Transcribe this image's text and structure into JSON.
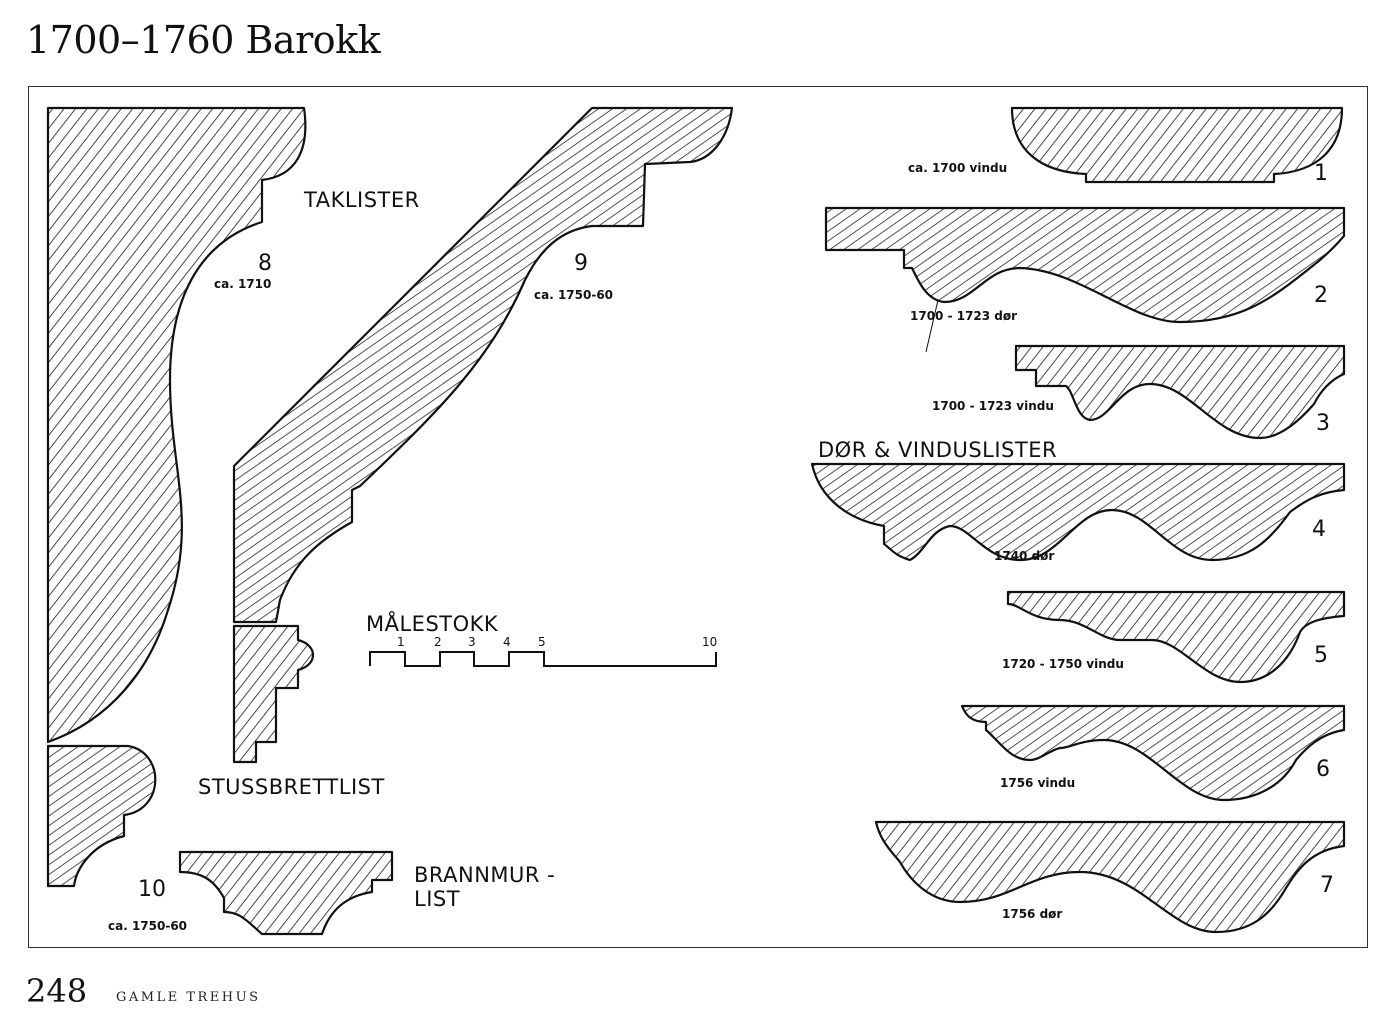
{
  "header": {
    "title": "1700–1760 Barokk"
  },
  "footer": {
    "page_number": "248",
    "book_title": "GAMLE TREHUS"
  },
  "groups": {
    "taklister": "TAKLISTER",
    "stussbrettlist": "STUSSBRETTLIST",
    "brannmurlist_line1": "BRANNMUR -",
    "brannmurlist_line2": "LIST",
    "dor_vinduslister": "DØR & VINDUSLISTER"
  },
  "profiles": [
    {
      "number": "1",
      "caption": "ca. 1700 vindu"
    },
    {
      "number": "2",
      "caption": "1700 - 1723 dør"
    },
    {
      "number": "3",
      "caption": "1700 - 1723 vindu"
    },
    {
      "number": "4",
      "caption": "1740 dør"
    },
    {
      "number": "5",
      "caption": "1720 - 1750 vindu"
    },
    {
      "number": "6",
      "caption": "1756 vindu"
    },
    {
      "number": "7",
      "caption": "1756 dør"
    },
    {
      "number": "8",
      "caption": "ca. 1710"
    },
    {
      "number": "9",
      "caption": "ca. 1750-60"
    },
    {
      "number": "10",
      "caption": "ca. 1750-60"
    }
  ],
  "scale": {
    "title": "MÅLESTOKK",
    "ticks": [
      "1",
      "2",
      "3",
      "4",
      "5",
      "10"
    ]
  }
}
